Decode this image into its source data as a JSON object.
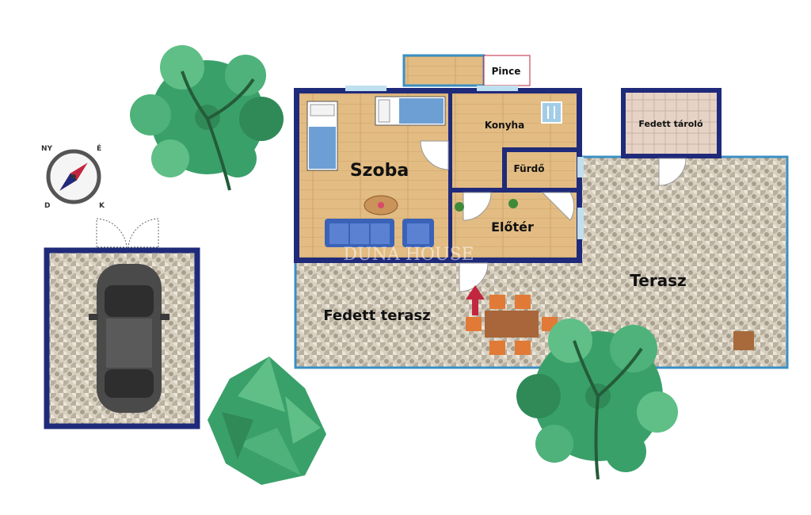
{
  "floorplan": {
    "rooms": {
      "szoba": "Szoba",
      "konyha": "Konyha",
      "furdo": "Fürdő",
      "eloter": "Előtér",
      "pince": "Pince",
      "fedett_tarolo": "Fedett tároló",
      "fedett_terasz": "Fedett terasz",
      "terasz": "Terasz"
    },
    "compass": {
      "n": "NY",
      "e": "É",
      "s": "D",
      "w": "K"
    },
    "watermark": {
      "text": "DUNA HOUSE"
    }
  },
  "colors": {
    "wall": "#1f2a7a",
    "terrace_border": "#3a8fc4",
    "wood_floor": "#e0b97f",
    "tile_floor": "#c9c0b0",
    "grass_green": "#3aa06a",
    "entry_arrow": "#c2263f"
  }
}
